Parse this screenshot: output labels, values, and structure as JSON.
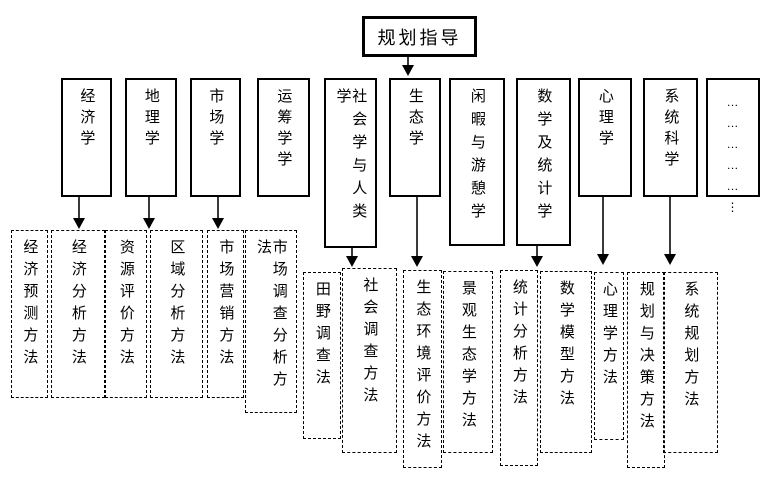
{
  "diagram": {
    "title": "规划指导"
  },
  "disciplines": [
    {
      "label": "经济学"
    },
    {
      "label": "地理学"
    },
    {
      "label": "市场学"
    },
    {
      "label": "运筹学学"
    },
    {
      "label": "社会学与人类学"
    },
    {
      "label": "生态学"
    },
    {
      "label": "闲暇与游憩学"
    },
    {
      "label": "数学及统计学"
    },
    {
      "label": "心理学"
    },
    {
      "label": "系统科学"
    },
    {
      "label": "…\n…\n…\n…\n…\n⋮"
    }
  ],
  "methods": [
    {
      "label": "经济预测方法"
    },
    {
      "label": "经济分析方法"
    },
    {
      "label": "资源评价方法"
    },
    {
      "label": "区域分析方法"
    },
    {
      "label": "市场营销方法"
    },
    {
      "label": "市场调查分析方法"
    },
    {
      "label": "田野调查法"
    },
    {
      "label": "社会调查方法"
    },
    {
      "label": "生态环境评价方法"
    },
    {
      "label": "景观生态学方法"
    },
    {
      "label": "统计分析方法"
    },
    {
      "label": "数学模型方法"
    },
    {
      "label": "心理学方法"
    },
    {
      "label": "规划与决策方法"
    },
    {
      "label": "系统规划方法"
    }
  ],
  "arrows": [
    {
      "from": "规划指导",
      "to": "生态学"
    },
    {
      "from": "经济学",
      "to": "经济预测方法/经济分析方法"
    },
    {
      "from": "地理学",
      "to": "资源评价方法/区域分析方法"
    },
    {
      "from": "市场学",
      "to": "市场营销方法/市场调查分析方法"
    },
    {
      "from": "社会学与人类学",
      "to": "田野调查法/社会调查方法"
    },
    {
      "from": "生态学",
      "to": "生态环境评价方法/景观生态学方法"
    },
    {
      "from": "数学及统计学",
      "to": "统计分析方法/数学模型方法"
    },
    {
      "from": "心理学",
      "to": "心理学方法"
    },
    {
      "from": "系统科学",
      "to": "规划与决策方法/系统规划方法"
    }
  ],
  "colors": {
    "line": "#000000",
    "arrow_shaft": "#3a3a3a",
    "background": "#ffffff"
  }
}
